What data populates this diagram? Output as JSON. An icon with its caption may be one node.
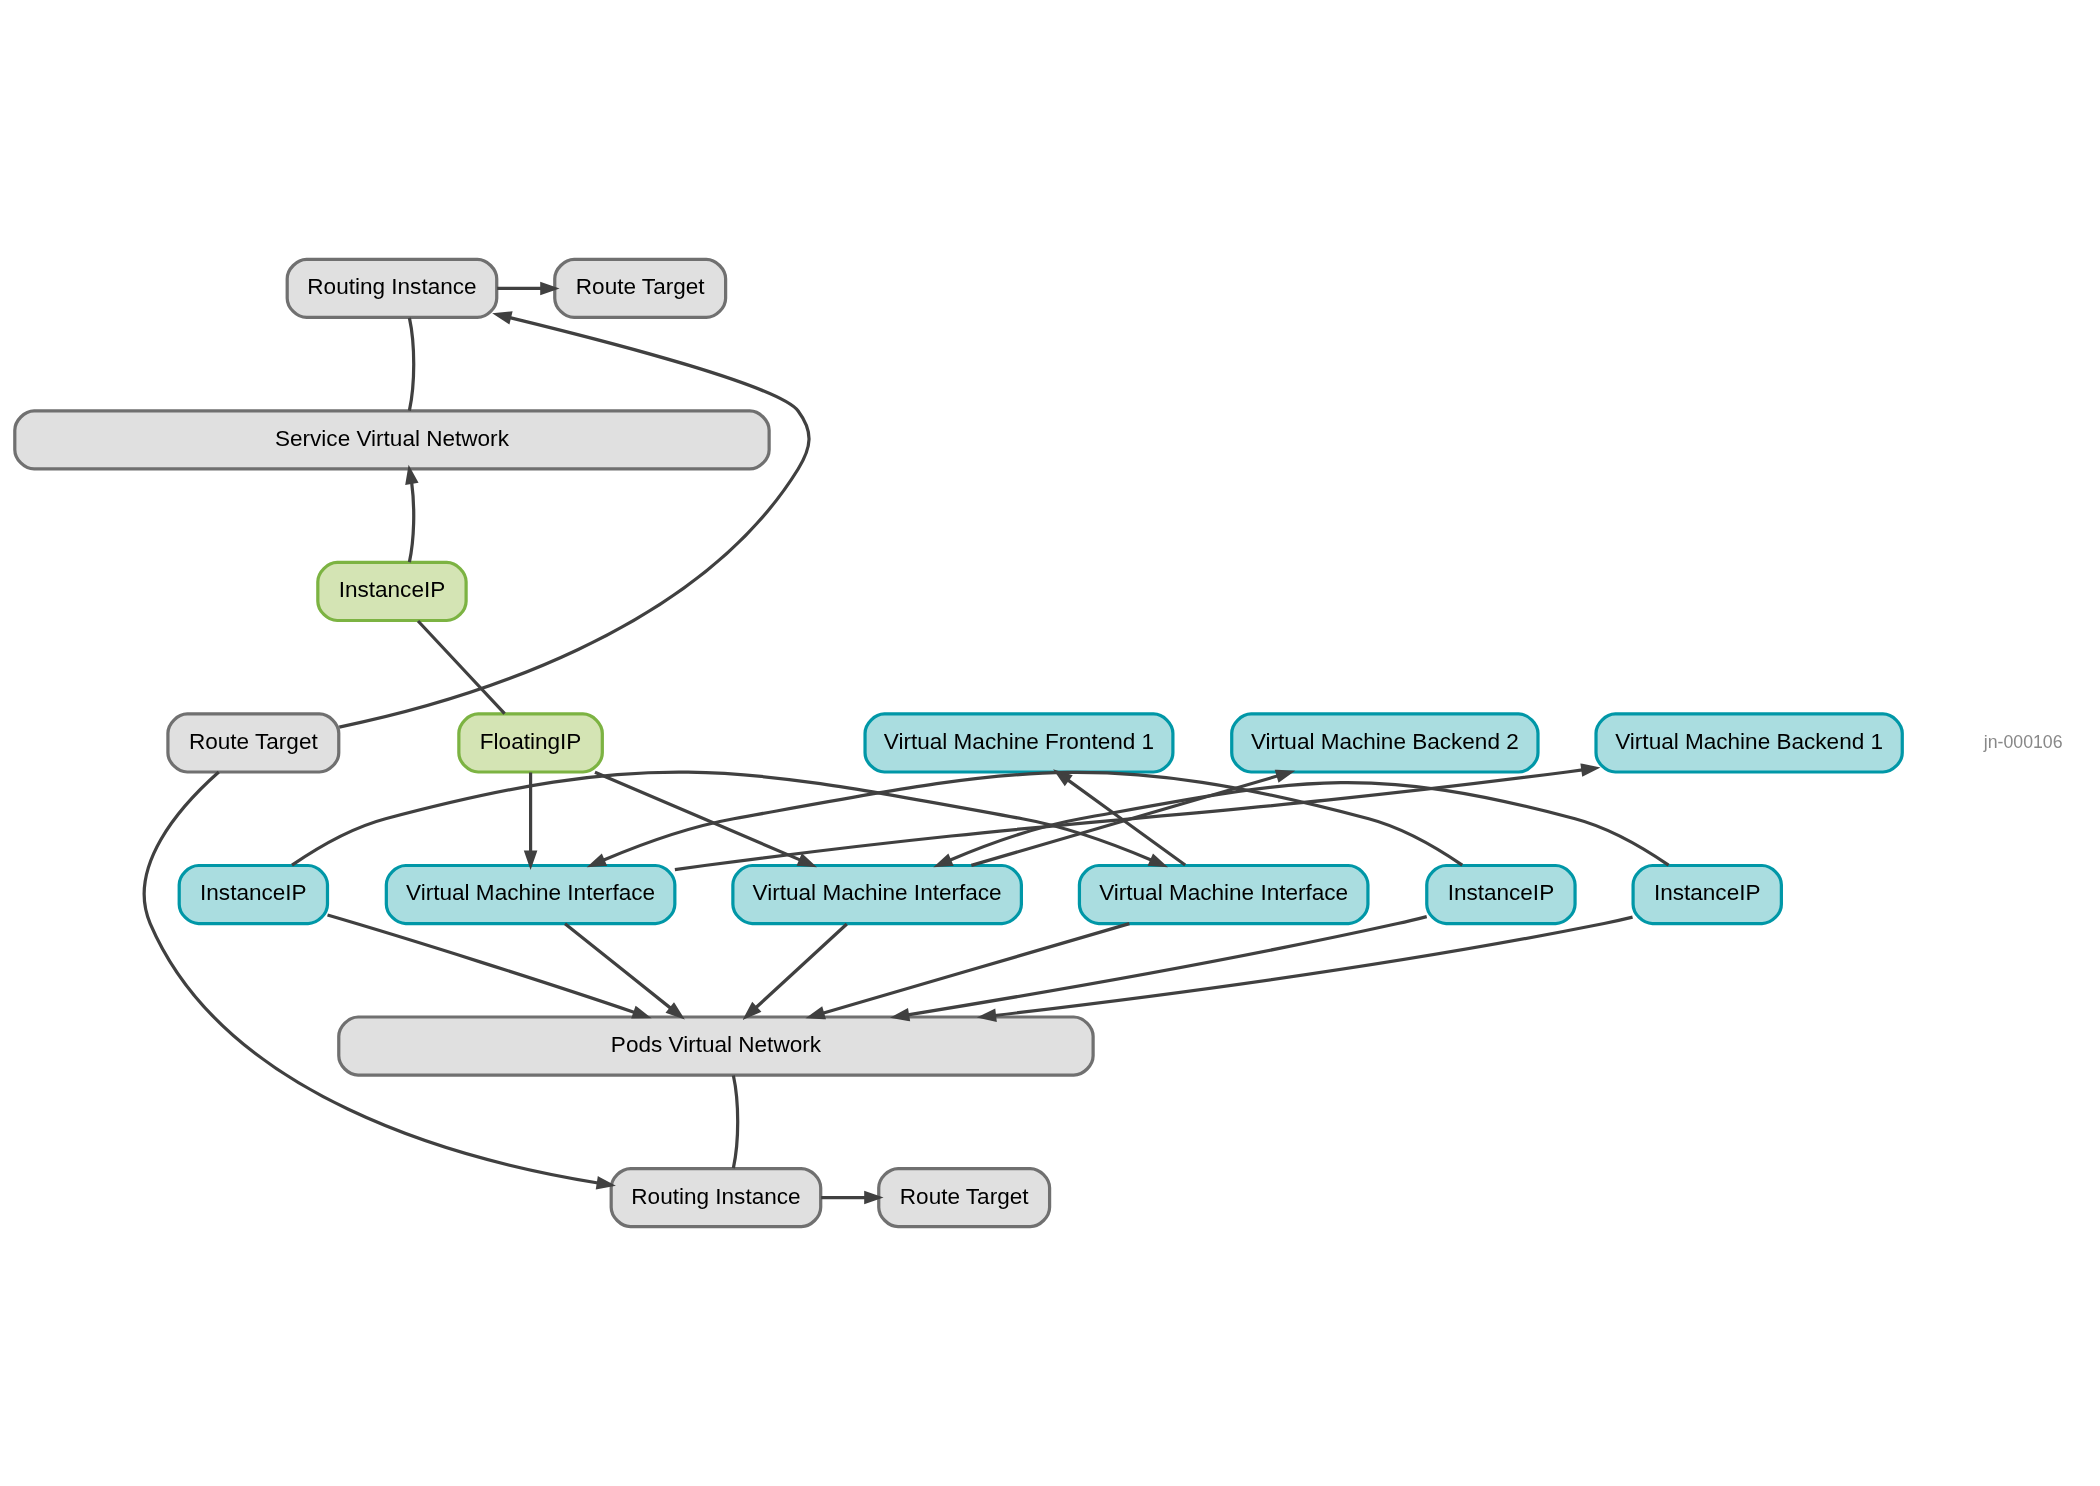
{
  "diagram": {
    "nodes": [
      {
        "text": [
          "Routing Instance"
        ]
      },
      {
        "text": [
          "Route Target"
        ]
      },
      {
        "text": [
          "Service Virtual Network"
        ]
      },
      {
        "text": [
          "InstanceIP"
        ]
      },
      {
        "text": [
          "Route Target"
        ]
      },
      {
        "text": [
          "Virtual Machine Frontend 1"
        ]
      },
      {
        "text": [
          "Virtual Machine Backend 1"
        ]
      },
      {
        "text": [
          "Virtual Machine Backend 2"
        ]
      },
      {
        "text": [
          "FloatingIP"
        ]
      },
      {
        "text": [
          "InstanceIP"
        ]
      },
      {
        "text": [
          "Virtual Machine Interface"
        ]
      },
      {
        "text": [
          "InstanceIP"
        ]
      },
      {
        "text": [
          "Virtual Machine Interface"
        ]
      },
      {
        "text": [
          "InstanceIP"
        ]
      },
      {
        "text": [
          "Virtual Machine Interface"
        ]
      },
      {
        "text": [
          "Pods Virtual Network"
        ]
      },
      {
        "text": [
          "Routing Instance"
        ]
      },
      {
        "text": [
          "Route Target"
        ]
      }
    ],
    "edges": [
      {
        "from": 0,
        "to": 1,
        "arrow": "to"
      },
      {
        "from": 0,
        "to": 2,
        "arrow": "none"
      },
      {
        "from": 3,
        "to": 2,
        "arrow": "to"
      },
      {
        "from": 3,
        "to": 8,
        "arrow": "none"
      },
      {
        "from": 4,
        "to": 0,
        "arrow": "to"
      },
      {
        "from": 4,
        "to": 16,
        "arrow": "to"
      },
      {
        "from": 10,
        "to": 5,
        "arrow": "to"
      },
      {
        "from": 12,
        "to": 6,
        "arrow": "to"
      },
      {
        "from": 14,
        "to": 7,
        "arrow": "to"
      },
      {
        "from": 8,
        "to": 12,
        "arrow": "to"
      },
      {
        "from": 8,
        "to": 14,
        "arrow": "to"
      },
      {
        "from": 9,
        "to": 10,
        "arrow": "to"
      },
      {
        "from": 11,
        "to": 12,
        "arrow": "to"
      },
      {
        "from": 13,
        "to": 14,
        "arrow": "to"
      },
      {
        "from": 9,
        "to": 15,
        "arrow": "to"
      },
      {
        "from": 10,
        "to": 15,
        "arrow": "to"
      },
      {
        "from": 11,
        "to": 15,
        "arrow": "to"
      },
      {
        "from": 12,
        "to": 15,
        "arrow": "to"
      },
      {
        "from": 13,
        "to": 15,
        "arrow": "to"
      },
      {
        "from": 14,
        "to": 15,
        "arrow": "to"
      },
      {
        "from": 15,
        "to": 16,
        "arrow": "none"
      },
      {
        "from": 16,
        "to": 17,
        "arrow": "to"
      }
    ],
    "labels": [
      "jn-000106"
    ]
  }
}
